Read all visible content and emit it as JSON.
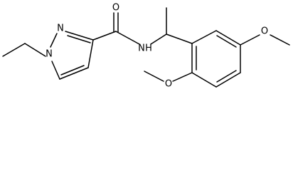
{
  "atom_labels": {
    "pyrazole_n2": "N",
    "pyrazole_n1": "N",
    "carbonyl_o": "O",
    "amide_n": "N",
    "amide_h": "H",
    "ring_methoxy_o_top": "O",
    "ring_methoxy_o_bottom": "O"
  }
}
